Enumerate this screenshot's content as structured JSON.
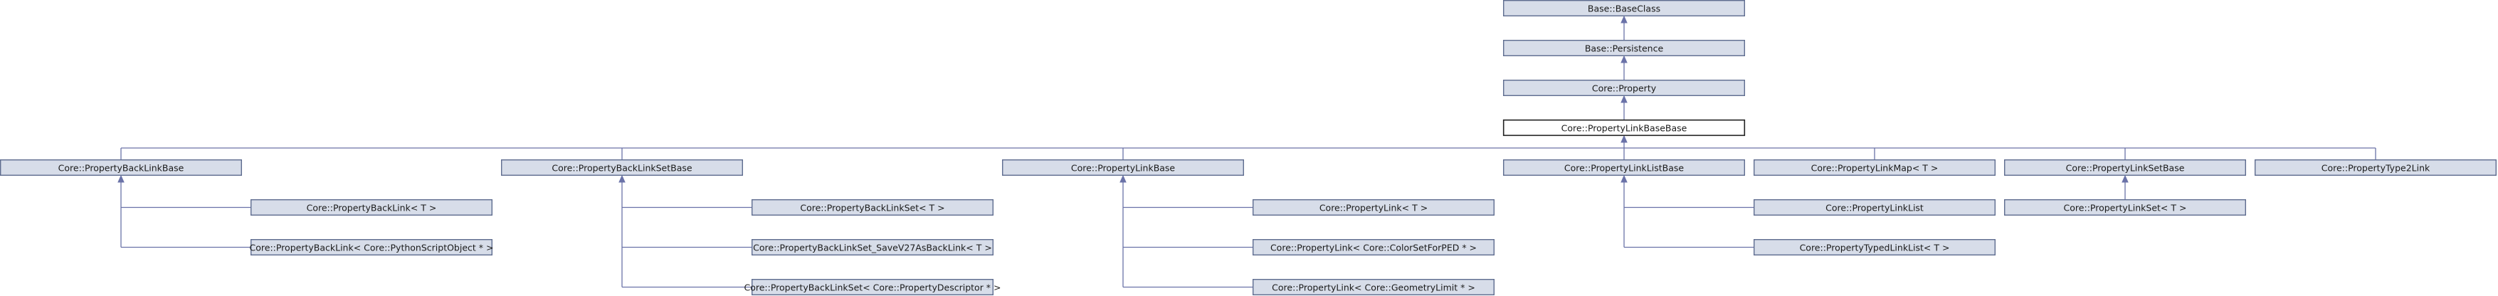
{
  "diagram": {
    "title": "",
    "colors": {
      "node_fill": "#d7dde9",
      "node_stroke": "#5e6c8f",
      "current_fill": "#ffffff",
      "edge": "#6a72a8"
    },
    "nodes": [
      {
        "id": "base-baseclass",
        "label": "Base::BaseClass",
        "current": false
      },
      {
        "id": "base-persistence",
        "label": "Base::Persistence",
        "current": false
      },
      {
        "id": "core-property",
        "label": "Core::Property",
        "current": false
      },
      {
        "id": "core-propertylinkbasebase",
        "label": "Core::PropertyLinkBaseBase",
        "current": true
      },
      {
        "id": "core-propertybacklinkbase",
        "label": "Core::PropertyBackLinkBase",
        "current": false
      },
      {
        "id": "core-propertybacklinksetbase",
        "label": "Core::PropertyBackLinkSetBase",
        "current": false
      },
      {
        "id": "core-propertylinkbase",
        "label": "Core::PropertyLinkBase",
        "current": false
      },
      {
        "id": "core-propertylinklistbase",
        "label": "Core::PropertyLinkListBase",
        "current": false
      },
      {
        "id": "core-propertylinkmap",
        "label": "Core::PropertyLinkMap< T >",
        "current": false
      },
      {
        "id": "core-propertylinksetbase",
        "label": "Core::PropertyLinkSetBase",
        "current": false
      },
      {
        "id": "core-propertytype2link",
        "label": "Core::PropertyType2Link",
        "current": false
      },
      {
        "id": "core-propertybacklink-t",
        "label": "Core::PropertyBackLink< T >",
        "current": false
      },
      {
        "id": "core-propertybacklink-python",
        "label": "Core::PropertyBackLink< Core::PythonScriptObject * >",
        "current": false
      },
      {
        "id": "core-propertybacklinkset-t",
        "label": "Core::PropertyBackLinkSet< T >",
        "current": false
      },
      {
        "id": "core-propertybacklinkset-savev27",
        "label": "Core::PropertyBackLinkSet_SaveV27AsBackLink< T >",
        "current": false
      },
      {
        "id": "core-propertybacklinkset-descriptor",
        "label": "Core::PropertyBackLinkSet< Core::PropertyDescriptor * >",
        "current": false
      },
      {
        "id": "core-propertylink-t",
        "label": "Core::PropertyLink< T >",
        "current": false
      },
      {
        "id": "core-propertylink-colorset",
        "label": "Core::PropertyLink< Core::ColorSetForPED * >",
        "current": false
      },
      {
        "id": "core-propertylink-geometrylimit",
        "label": "Core::PropertyLink< Core::GeometryLimit * >",
        "current": false
      },
      {
        "id": "core-propertylinklist",
        "label": "Core::PropertyLinkList",
        "current": false
      },
      {
        "id": "core-propertytypedlinklist",
        "label": "Core::PropertyTypedLinkList< T >",
        "current": false
      },
      {
        "id": "core-propertylinkset-t",
        "label": "Core::PropertyLinkSet< T >",
        "current": false
      }
    ],
    "edges": [
      {
        "from": "base-persistence",
        "to": "base-baseclass"
      },
      {
        "from": "core-property",
        "to": "base-persistence"
      },
      {
        "from": "core-propertylinkbasebase",
        "to": "core-property"
      },
      {
        "from": "core-propertybacklinkbase",
        "to": "core-propertylinkbasebase"
      },
      {
        "from": "core-propertybacklinksetbase",
        "to": "core-propertylinkbasebase"
      },
      {
        "from": "core-propertylinkbase",
        "to": "core-propertylinkbasebase"
      },
      {
        "from": "core-propertylinklistbase",
        "to": "core-propertylinkbasebase"
      },
      {
        "from": "core-propertylinkmap",
        "to": "core-propertylinkbasebase"
      },
      {
        "from": "core-propertylinksetbase",
        "to": "core-propertylinkbasebase"
      },
      {
        "from": "core-propertytype2link",
        "to": "core-propertylinkbasebase"
      },
      {
        "from": "core-propertybacklink-t",
        "to": "core-propertybacklinkbase"
      },
      {
        "from": "core-propertybacklink-python",
        "to": "core-propertybacklinkbase"
      },
      {
        "from": "core-propertybacklinkset-t",
        "to": "core-propertybacklinksetbase"
      },
      {
        "from": "core-propertybacklinkset-savev27",
        "to": "core-propertybacklinksetbase"
      },
      {
        "from": "core-propertybacklinkset-descriptor",
        "to": "core-propertybacklinksetbase"
      },
      {
        "from": "core-propertylink-t",
        "to": "core-propertylinkbase"
      },
      {
        "from": "core-propertylink-colorset",
        "to": "core-propertylinkbase"
      },
      {
        "from": "core-propertylink-geometrylimit",
        "to": "core-propertylinkbase"
      },
      {
        "from": "core-propertylinklist",
        "to": "core-propertylinklistbase"
      },
      {
        "from": "core-propertytypedlinklist",
        "to": "core-propertylinklistbase"
      },
      {
        "from": "core-propertylinkset-t",
        "to": "core-propertylinksetbase"
      }
    ]
  }
}
